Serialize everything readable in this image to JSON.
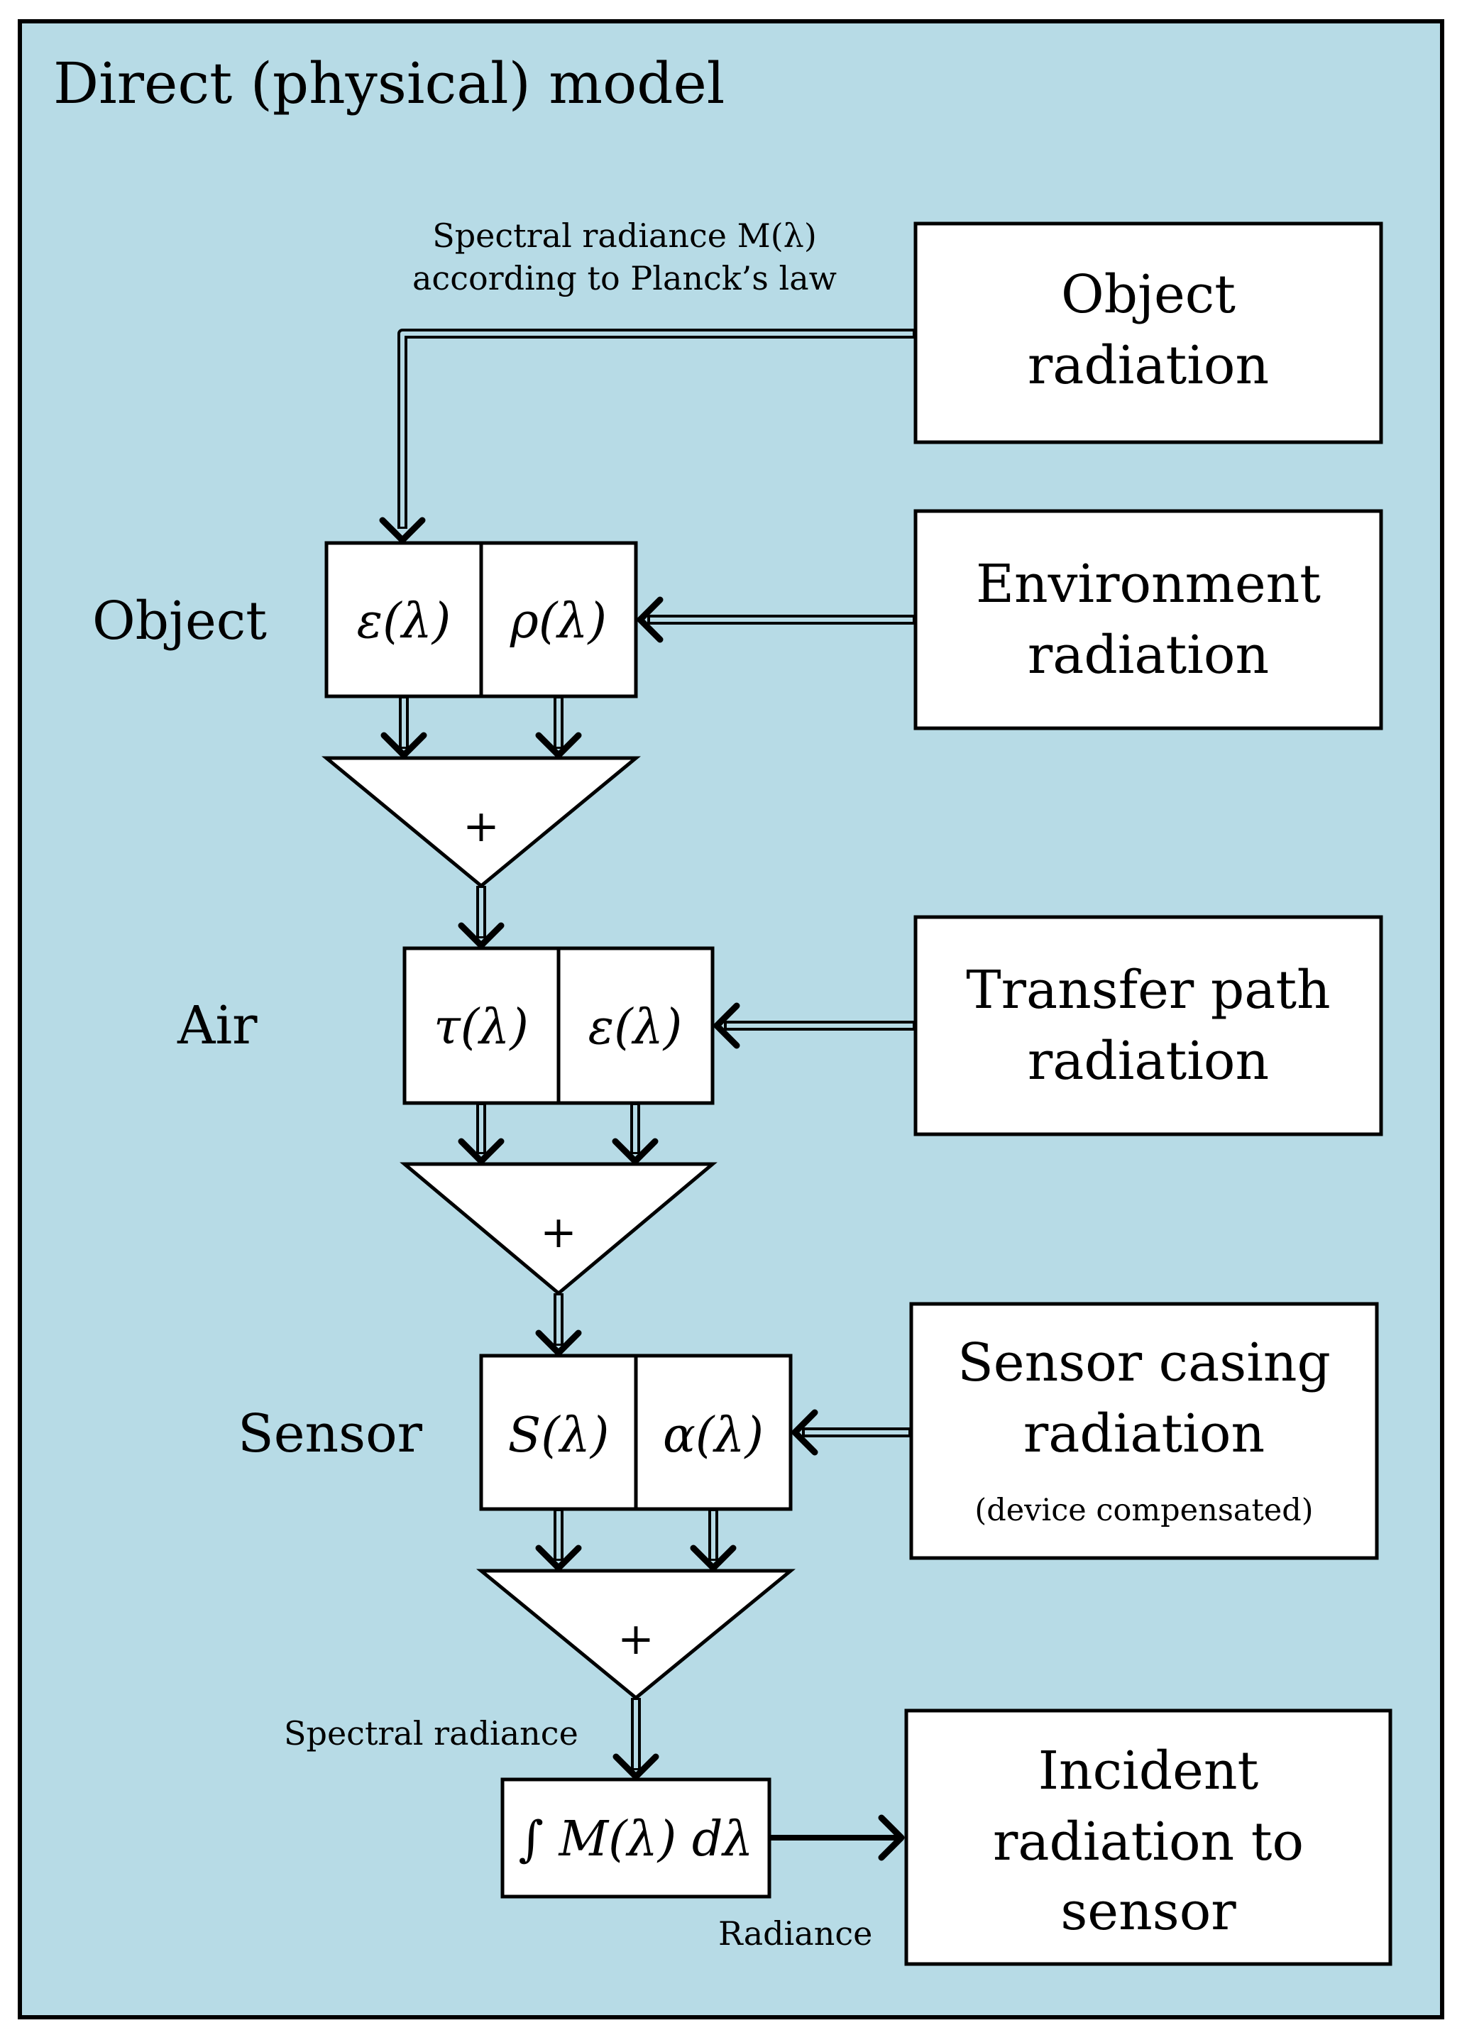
{
  "title": "Direct (physical) model",
  "annotations": {
    "planck_line1": "Spectral radiance M(λ)",
    "planck_line2": "according to Planck’s law",
    "spectral_radiance": "Spectral radiance",
    "radiance": "Radiance"
  },
  "stages": {
    "object": {
      "label": "Object",
      "left": "ε(λ)",
      "right": "ρ(λ)"
    },
    "air": {
      "label": "Air",
      "left": "τ(λ)",
      "right": "ε(λ)"
    },
    "sensor": {
      "label": "Sensor",
      "left": "S(λ)",
      "right": "α(λ)"
    }
  },
  "sources": {
    "object_radiation": {
      "line1": "Object",
      "line2": "radiation"
    },
    "environment_radiation": {
      "line1": "Environment",
      "line2": "radiation"
    },
    "transfer_path_radiation": {
      "line1": "Transfer path",
      "line2": "radiation"
    },
    "sensor_casing_radiation": {
      "line1": "Sensor casing",
      "line2": "radiation",
      "note": "(device compensated)"
    },
    "incident_radiation": {
      "line1": "Incident",
      "line2": "radiation to",
      "line3": "sensor"
    }
  },
  "sum_symbol": "+",
  "integral": "∫ M(λ) dλ",
  "colors": {
    "background": "#b7dbe6",
    "border": "#000000",
    "box": "#ffffff"
  }
}
